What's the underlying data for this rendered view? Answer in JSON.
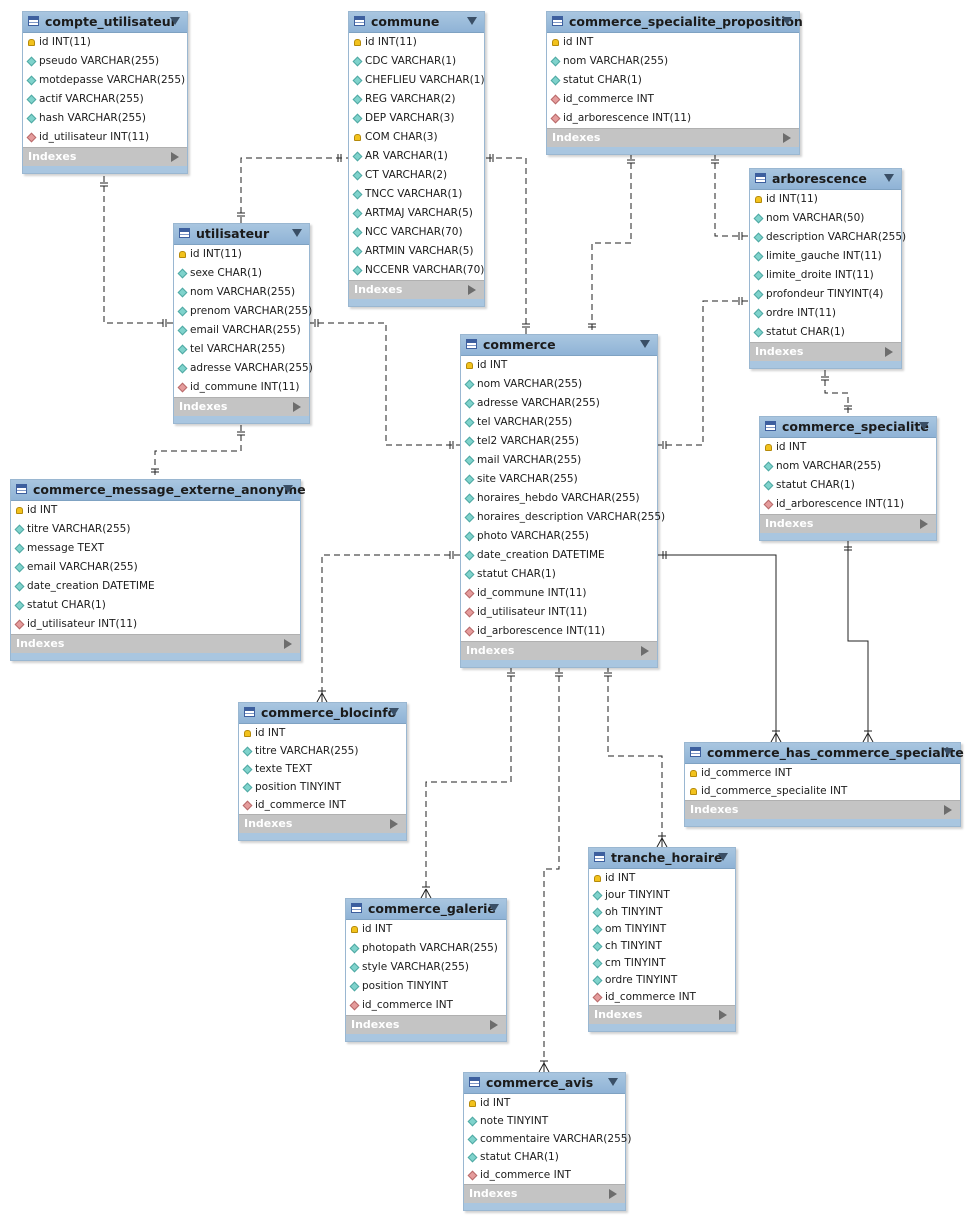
{
  "diagram": {
    "indexes_label": "Indexes",
    "tables": [
      {
        "id": "compte_utilisateur",
        "name": "compte_utilisateur",
        "columns": [
          {
            "text": "id INT(11)",
            "kind": "pk"
          },
          {
            "text": "pseudo VARCHAR(255)",
            "kind": "attr"
          },
          {
            "text": "motdepasse VARCHAR(255)",
            "kind": "attr"
          },
          {
            "text": "actif VARCHAR(255)",
            "kind": "attr"
          },
          {
            "text": "hash VARCHAR(255)",
            "kind": "attr"
          },
          {
            "text": "id_utilisateur INT(11)",
            "kind": "fk"
          }
        ]
      },
      {
        "id": "commune",
        "name": "commune",
        "columns": [
          {
            "text": "id INT(11)",
            "kind": "pk"
          },
          {
            "text": "CDC VARCHAR(1)",
            "kind": "attr"
          },
          {
            "text": "CHEFLIEU VARCHAR(1)",
            "kind": "attr"
          },
          {
            "text": "REG VARCHAR(2)",
            "kind": "attr"
          },
          {
            "text": "DEP VARCHAR(3)",
            "kind": "attr"
          },
          {
            "text": "COM CHAR(3)",
            "kind": "pk"
          },
          {
            "text": "AR VARCHAR(1)",
            "kind": "attr"
          },
          {
            "text": "CT VARCHAR(2)",
            "kind": "attr"
          },
          {
            "text": "TNCC VARCHAR(1)",
            "kind": "attr"
          },
          {
            "text": "ARTMAJ VARCHAR(5)",
            "kind": "attr"
          },
          {
            "text": "NCC VARCHAR(70)",
            "kind": "attr"
          },
          {
            "text": "ARTMIN VARCHAR(5)",
            "kind": "attr"
          },
          {
            "text": "NCCENR VARCHAR(70)",
            "kind": "attr"
          }
        ]
      },
      {
        "id": "commerce_specialite_proposition",
        "name": "commerce_specialite_proposition",
        "columns": [
          {
            "text": "id INT",
            "kind": "pk"
          },
          {
            "text": "nom VARCHAR(255)",
            "kind": "attr"
          },
          {
            "text": "statut CHAR(1)",
            "kind": "attr"
          },
          {
            "text": "id_commerce INT",
            "kind": "fk"
          },
          {
            "text": "id_arborescence INT(11)",
            "kind": "fk"
          }
        ]
      },
      {
        "id": "arborescence",
        "name": "arborescence",
        "columns": [
          {
            "text": "id INT(11)",
            "kind": "pk"
          },
          {
            "text": "nom VARCHAR(50)",
            "kind": "attr"
          },
          {
            "text": "description VARCHAR(255)",
            "kind": "attr"
          },
          {
            "text": "limite_gauche INT(11)",
            "kind": "attr"
          },
          {
            "text": "limite_droite INT(11)",
            "kind": "attr"
          },
          {
            "text": "profondeur TINYINT(4)",
            "kind": "attr"
          },
          {
            "text": "ordre INT(11)",
            "kind": "attr"
          },
          {
            "text": "statut CHAR(1)",
            "kind": "attr"
          }
        ]
      },
      {
        "id": "utilisateur",
        "name": "utilisateur",
        "columns": [
          {
            "text": "id INT(11)",
            "kind": "pk"
          },
          {
            "text": "sexe CHAR(1)",
            "kind": "attr"
          },
          {
            "text": "nom VARCHAR(255)",
            "kind": "attr"
          },
          {
            "text": "prenom VARCHAR(255)",
            "kind": "attr"
          },
          {
            "text": "email VARCHAR(255)",
            "kind": "attr"
          },
          {
            "text": "tel VARCHAR(255)",
            "kind": "attr"
          },
          {
            "text": "adresse VARCHAR(255)",
            "kind": "attr"
          },
          {
            "text": "id_commune INT(11)",
            "kind": "fk"
          }
        ]
      },
      {
        "id": "commerce",
        "name": "commerce",
        "columns": [
          {
            "text": "id INT",
            "kind": "pk"
          },
          {
            "text": "nom VARCHAR(255)",
            "kind": "attr"
          },
          {
            "text": "adresse VARCHAR(255)",
            "kind": "attr"
          },
          {
            "text": "tel VARCHAR(255)",
            "kind": "attr"
          },
          {
            "text": "tel2 VARCHAR(255)",
            "kind": "attr"
          },
          {
            "text": "mail VARCHAR(255)",
            "kind": "attr"
          },
          {
            "text": "site VARCHAR(255)",
            "kind": "attr"
          },
          {
            "text": "horaires_hebdo VARCHAR(255)",
            "kind": "attr"
          },
          {
            "text": "horaires_description VARCHAR(255)",
            "kind": "attr"
          },
          {
            "text": "photo VARCHAR(255)",
            "kind": "attr"
          },
          {
            "text": "date_creation DATETIME",
            "kind": "attr"
          },
          {
            "text": "statut CHAR(1)",
            "kind": "attr"
          },
          {
            "text": "id_commune INT(11)",
            "kind": "fk"
          },
          {
            "text": "id_utilisateur INT(11)",
            "kind": "fk"
          },
          {
            "text": "id_arborescence INT(11)",
            "kind": "fk"
          }
        ]
      },
      {
        "id": "commerce_specialite",
        "name": "commerce_specialite",
        "columns": [
          {
            "text": "id INT",
            "kind": "pk"
          },
          {
            "text": "nom VARCHAR(255)",
            "kind": "attr"
          },
          {
            "text": "statut CHAR(1)",
            "kind": "attr"
          },
          {
            "text": "id_arborescence INT(11)",
            "kind": "fk"
          }
        ]
      },
      {
        "id": "commerce_message_externe_anonyme",
        "name": "commerce_message_externe_anonyme",
        "columns": [
          {
            "text": "id INT",
            "kind": "pk"
          },
          {
            "text": "titre VARCHAR(255)",
            "kind": "attr"
          },
          {
            "text": "message TEXT",
            "kind": "attr"
          },
          {
            "text": "email VARCHAR(255)",
            "kind": "attr"
          },
          {
            "text": "date_creation DATETIME",
            "kind": "attr"
          },
          {
            "text": "statut CHAR(1)",
            "kind": "attr"
          },
          {
            "text": "id_utilisateur INT(11)",
            "kind": "fk"
          }
        ]
      },
      {
        "id": "commerce_blocinfo",
        "name": "commerce_blocinfo",
        "columns": [
          {
            "text": "id INT",
            "kind": "pk"
          },
          {
            "text": "titre VARCHAR(255)",
            "kind": "attr"
          },
          {
            "text": "texte TEXT",
            "kind": "attr"
          },
          {
            "text": "position TINYINT",
            "kind": "attr"
          },
          {
            "text": "id_commerce INT",
            "kind": "fk"
          }
        ]
      },
      {
        "id": "commerce_has_commerce_specialite",
        "name": "commerce_has_commerce_specialite",
        "columns": [
          {
            "text": "id_commerce INT",
            "kind": "pk"
          },
          {
            "text": "id_commerce_specialite INT",
            "kind": "pk"
          }
        ]
      },
      {
        "id": "tranche_horaire",
        "name": "tranche_horaire",
        "columns": [
          {
            "text": "id INT",
            "kind": "pk"
          },
          {
            "text": "jour TINYINT",
            "kind": "attr"
          },
          {
            "text": "oh TINYINT",
            "kind": "attr"
          },
          {
            "text": "om TINYINT",
            "kind": "attr"
          },
          {
            "text": "ch TINYINT",
            "kind": "attr"
          },
          {
            "text": "cm TINYINT",
            "kind": "attr"
          },
          {
            "text": "ordre TINYINT",
            "kind": "attr"
          },
          {
            "text": "id_commerce INT",
            "kind": "fk"
          }
        ]
      },
      {
        "id": "commerce_galerie",
        "name": "commerce_galerie",
        "columns": [
          {
            "text": "id INT",
            "kind": "pk"
          },
          {
            "text": "photopath VARCHAR(255)",
            "kind": "attr"
          },
          {
            "text": "style VARCHAR(255)",
            "kind": "attr"
          },
          {
            "text": "position TINYINT",
            "kind": "attr"
          },
          {
            "text": "id_commerce INT",
            "kind": "fk"
          }
        ]
      },
      {
        "id": "commerce_avis",
        "name": "commerce_avis",
        "columns": [
          {
            "text": "id INT",
            "kind": "pk"
          },
          {
            "text": "note TINYINT",
            "kind": "attr"
          },
          {
            "text": "commentaire VARCHAR(255)",
            "kind": "attr"
          },
          {
            "text": "statut CHAR(1)",
            "kind": "attr"
          },
          {
            "text": "id_commerce INT",
            "kind": "fk"
          }
        ]
      }
    ],
    "relationships": [
      {
        "from": "compte_utilisateur",
        "to": "utilisateur",
        "from_end": "one",
        "to_end": "one",
        "style": "dashed"
      },
      {
        "from": "utilisateur",
        "to": "commune",
        "from_end": "one",
        "to_end": "one",
        "style": "dashed"
      },
      {
        "from": "commerce",
        "to": "commune",
        "from_end": "one",
        "to_end": "one",
        "style": "dashed"
      },
      {
        "from": "utilisateur",
        "to": "commerce",
        "from_end": "one",
        "to_end": "one",
        "style": "dashed"
      },
      {
        "from": "commerce_specialite_proposition",
        "to": "commerce",
        "from_end": "one",
        "to_end": "one",
        "style": "dashed"
      },
      {
        "from": "commerce_specialite_proposition",
        "to": "arborescence",
        "from_end": "one",
        "to_end": "one",
        "style": "dashed"
      },
      {
        "from": "commerce",
        "to": "arborescence",
        "from_end": "one",
        "to_end": "one",
        "style": "dashed"
      },
      {
        "from": "arborescence",
        "to": "commerce_specialite",
        "from_end": "one",
        "to_end": "one",
        "style": "dashed"
      },
      {
        "from": "utilisateur",
        "to": "commerce_message_externe_anonyme",
        "from_end": "one",
        "to_end": "one",
        "style": "dashed"
      },
      {
        "from": "commerce",
        "to": "commerce_blocinfo",
        "from_end": "one",
        "to_end": "many",
        "style": "dashed"
      },
      {
        "from": "commerce",
        "to": "commerce_has_commerce_specialite",
        "from_end": "one",
        "to_end": "many",
        "style": "solid"
      },
      {
        "from": "commerce_specialite",
        "to": "commerce_has_commerce_specialite",
        "from_end": "one",
        "to_end": "many",
        "style": "solid"
      },
      {
        "from": "commerce",
        "to": "commerce_galerie",
        "from_end": "one",
        "to_end": "many",
        "style": "dashed"
      },
      {
        "from": "commerce",
        "to": "tranche_horaire",
        "from_end": "one",
        "to_end": "many",
        "style": "dashed"
      },
      {
        "from": "commerce",
        "to": "commerce_avis",
        "from_end": "one",
        "to_end": "many",
        "style": "dashed"
      }
    ]
  }
}
